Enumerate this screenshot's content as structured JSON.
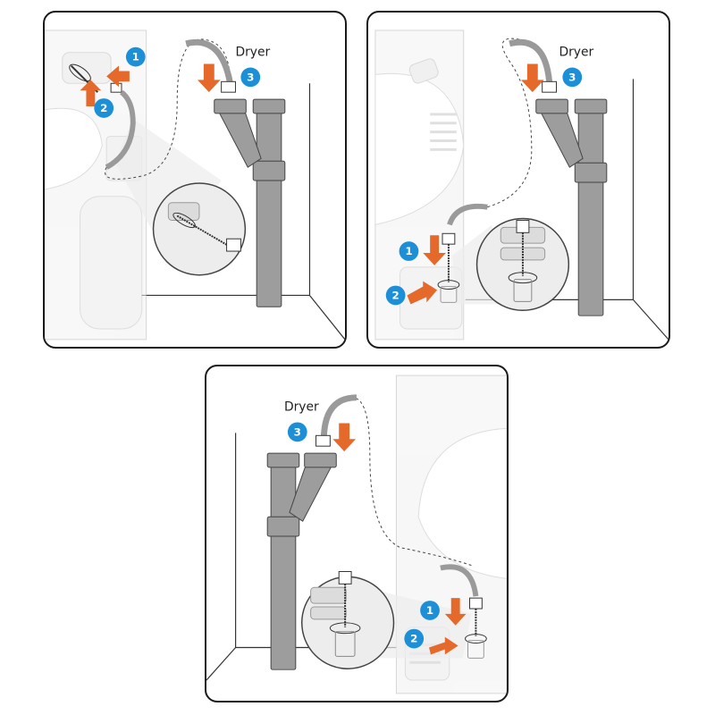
{
  "accent_color": "#e4692a",
  "badge_color": "#1d8fd6",
  "panels": [
    {
      "label": "Dryer",
      "steps": [
        "1",
        "2",
        "3"
      ]
    },
    {
      "label": "Dryer",
      "steps": [
        "1",
        "2",
        "3"
      ]
    },
    {
      "label": "Dryer",
      "steps": [
        "1",
        "2",
        "3"
      ]
    }
  ]
}
